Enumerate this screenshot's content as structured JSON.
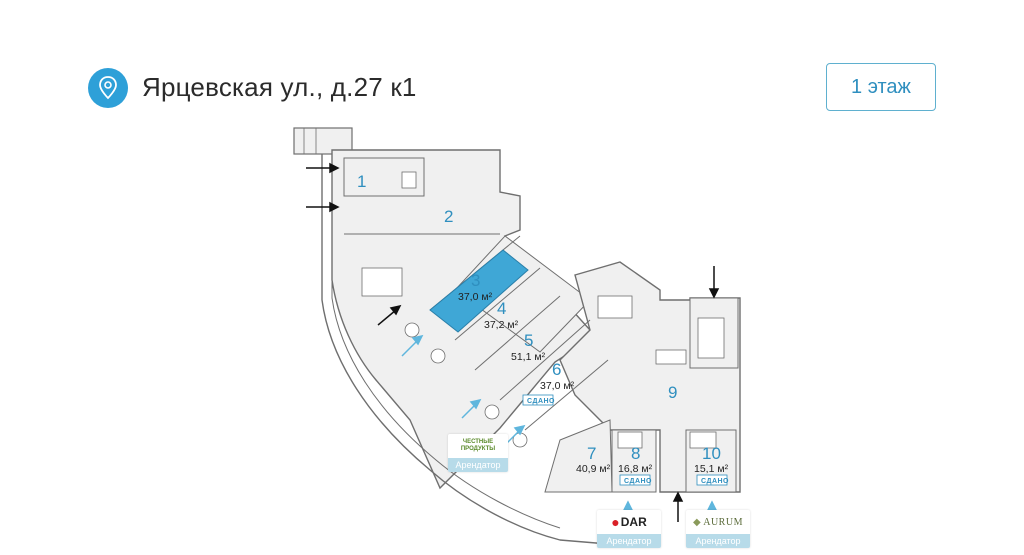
{
  "header": {
    "address": "Ярцевская ул., д.27 к1",
    "floor_button_label": "1 этаж",
    "pin_icon": "location-pin-icon"
  },
  "colors": {
    "accent": "#2ea0d8",
    "room_fill": "#f0f0f0",
    "highlight_fill": "#3fa7d6",
    "wall": "#6f6f6f",
    "badge": "#2f8fbf"
  },
  "rooms": [
    {
      "number": "1",
      "area": "",
      "badge": ""
    },
    {
      "number": "2",
      "area": "",
      "badge": ""
    },
    {
      "number": "3",
      "area": "37,0 м²",
      "badge": "",
      "highlighted": true
    },
    {
      "number": "4",
      "area": "37,2 м²",
      "badge": ""
    },
    {
      "number": "5",
      "area": "51,1 м²",
      "badge": ""
    },
    {
      "number": "6",
      "area": "37,0 м²",
      "badge": "СДАНО"
    },
    {
      "number": "7",
      "area": "40,9 м²",
      "badge": ""
    },
    {
      "number": "8",
      "area": "16,8 м²",
      "badge": "СДАНО"
    },
    {
      "number": "9",
      "area": "",
      "badge": ""
    },
    {
      "number": "10",
      "area": "15,1 м²",
      "badge": "СДАНО"
    }
  ],
  "tenants": [
    {
      "logo_text": "ЧЕСТНЫЕ ПРОДУКТЫ",
      "label": "Арендатор"
    },
    {
      "logo_text": "DAR",
      "label": "Арендатор"
    },
    {
      "logo_text": "AURUM",
      "label": "Арендатор"
    }
  ]
}
